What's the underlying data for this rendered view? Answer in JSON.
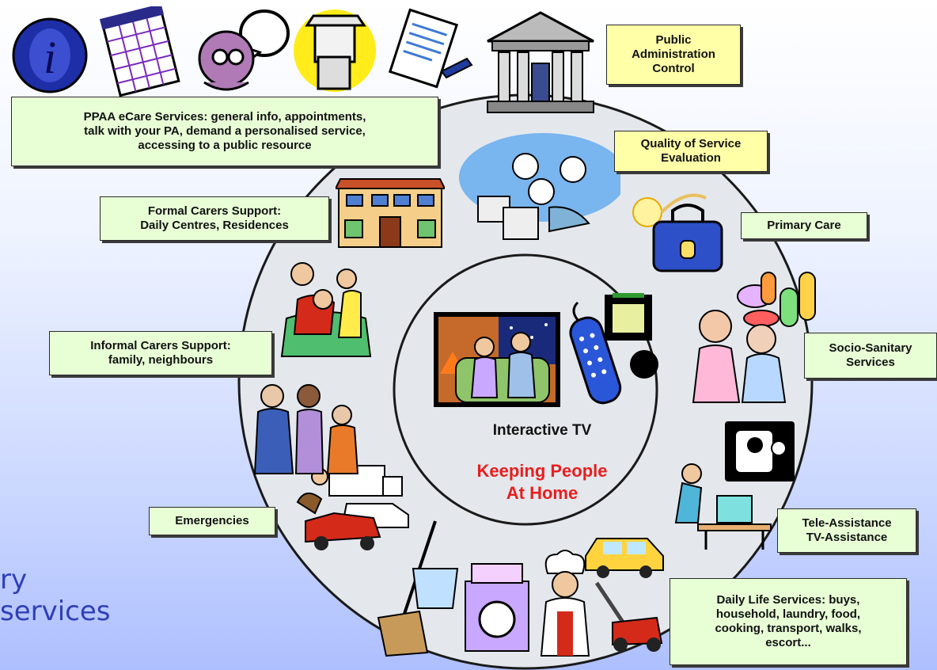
{
  "center": {
    "label": "Interactive TV",
    "slogan": "Keeping People\nAt Home"
  },
  "side_text": "ry\nservices",
  "boxes": {
    "public_admin": "Public\nAdministration\nControl",
    "ppaa": "PPAA eCare Services: general info, appointments,\ntalk with your PA, demand a personalised service,\naccessing to a public resource",
    "quality": "Quality of Service\nEvaluation",
    "formal": "Formal Carers Support:\nDaily Centres, Residences",
    "primary": "Primary Care",
    "informal": "Informal Carers Support:\nfamily, neighbours",
    "socio": "Socio-Sanitary\nServices",
    "emergencies": "Emergencies",
    "tele": "Tele-Assistance\nTV-Assistance",
    "daily": "Daily Life Services: buys,\nhousehold, laundry, food,\ncooking, transport, walks,\nescort..."
  },
  "colors": {
    "ring": "#e4e8ec",
    "box_green": "#e8ffd6",
    "box_yellow": "#ffffa8",
    "slogan": "#e81e1e",
    "side_text": "#2f3fb8"
  },
  "icons": [
    "info-icon",
    "calendar-icon",
    "chat-icon",
    "inspector-icon",
    "document-icon",
    "government-building-icon",
    "call-center-icon",
    "medical-bag-icon",
    "pills-icon",
    "nurse-icon",
    "tv-symbol-icon",
    "computer-user-icon",
    "taxi-icon",
    "lawnmower-icon",
    "chef-icon",
    "laundry-icon",
    "emergency-vehicles-icon",
    "neighbours-icon",
    "family-icon",
    "residence-icon",
    "elderly-couple-tv-icon",
    "remote-control-icon"
  ]
}
